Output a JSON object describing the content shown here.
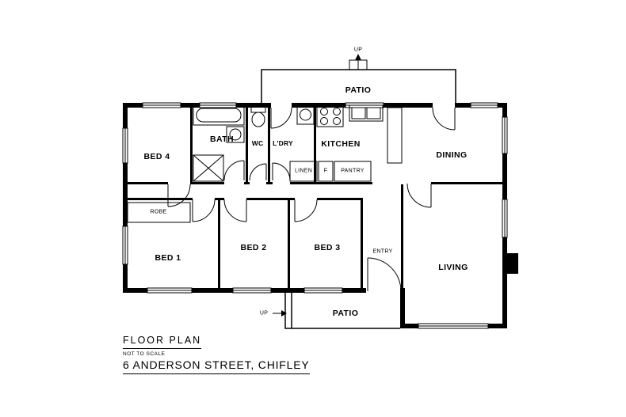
{
  "colors": {
    "ink": "#000000",
    "paper": "#ffffff"
  },
  "rooms": {
    "bed1": "BED 1",
    "bed2": "BED 2",
    "bed3": "BED 3",
    "bed4": "BED 4",
    "bath": "BATH",
    "wc": "WC",
    "laundry": "L'DRY",
    "kitchen": "KITCHEN",
    "dining": "DINING",
    "living": "LIVING",
    "patio_top": "PATIO",
    "patio_bottom": "PATIO"
  },
  "features": {
    "robe": "ROBE",
    "linen": "LINEN",
    "fridge": "F",
    "pantry": "PANTRY",
    "entry": "ENTRY",
    "up_top": "UP",
    "up_bottom": "UP"
  },
  "footer": {
    "title": "FLOOR PLAN",
    "scale_note": "NOT TO SCALE",
    "address": "6 ANDERSON STREET, CHIFLEY"
  }
}
